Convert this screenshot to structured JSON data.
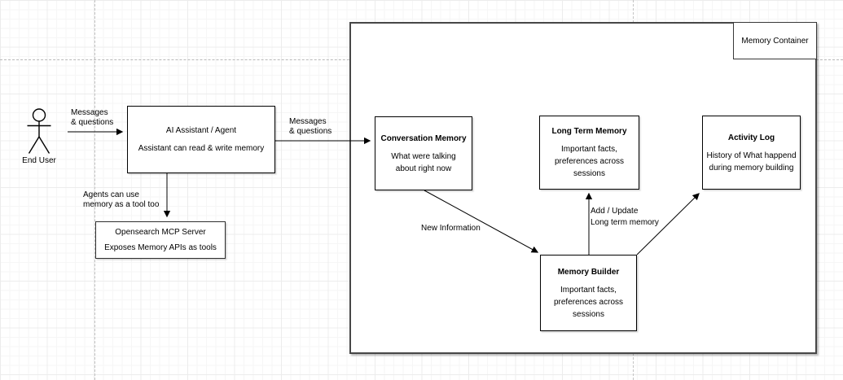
{
  "diagram": {
    "actor": {
      "label": "End User"
    },
    "nodes": {
      "ai_assistant": {
        "title": "AI Assistant / Agent",
        "body": "Assistant can read & write memory"
      },
      "mcp_server": {
        "title": "Opensearch MCP Server",
        "body": "Exposes Memory APIs as tools"
      },
      "memory_container": {
        "title": "Memory Container"
      },
      "conversation_memory": {
        "title": "Conversation Memory",
        "body": "What were talking\nabout right now"
      },
      "long_term_memory": {
        "title": "Long Term Memory",
        "body": "Important facts,\npreferences across\nsessions"
      },
      "activity_log": {
        "title": "Activity Log",
        "body": "History of What happend\nduring memory building"
      },
      "memory_builder": {
        "title": "Memory Builder",
        "body": "Important facts,\npreferences across\nsessions"
      }
    },
    "edge_labels": {
      "user_to_assistant": "Messages\n& questions",
      "assistant_to_container": "Messages\n& questions",
      "assistant_to_mcp": "Agents can use\nmemory as a tool too",
      "conversation_to_builder": "New Information",
      "builder_to_longterm": "Add / Update\nLong term memory"
    },
    "colors": {
      "stroke": "#000000",
      "container_stroke": "#474747",
      "shape_fill": "#ffffff",
      "guide_dash": "#bdbdbd",
      "grid_major": "#ececec",
      "grid_minor": "#f6f6f6"
    }
  }
}
